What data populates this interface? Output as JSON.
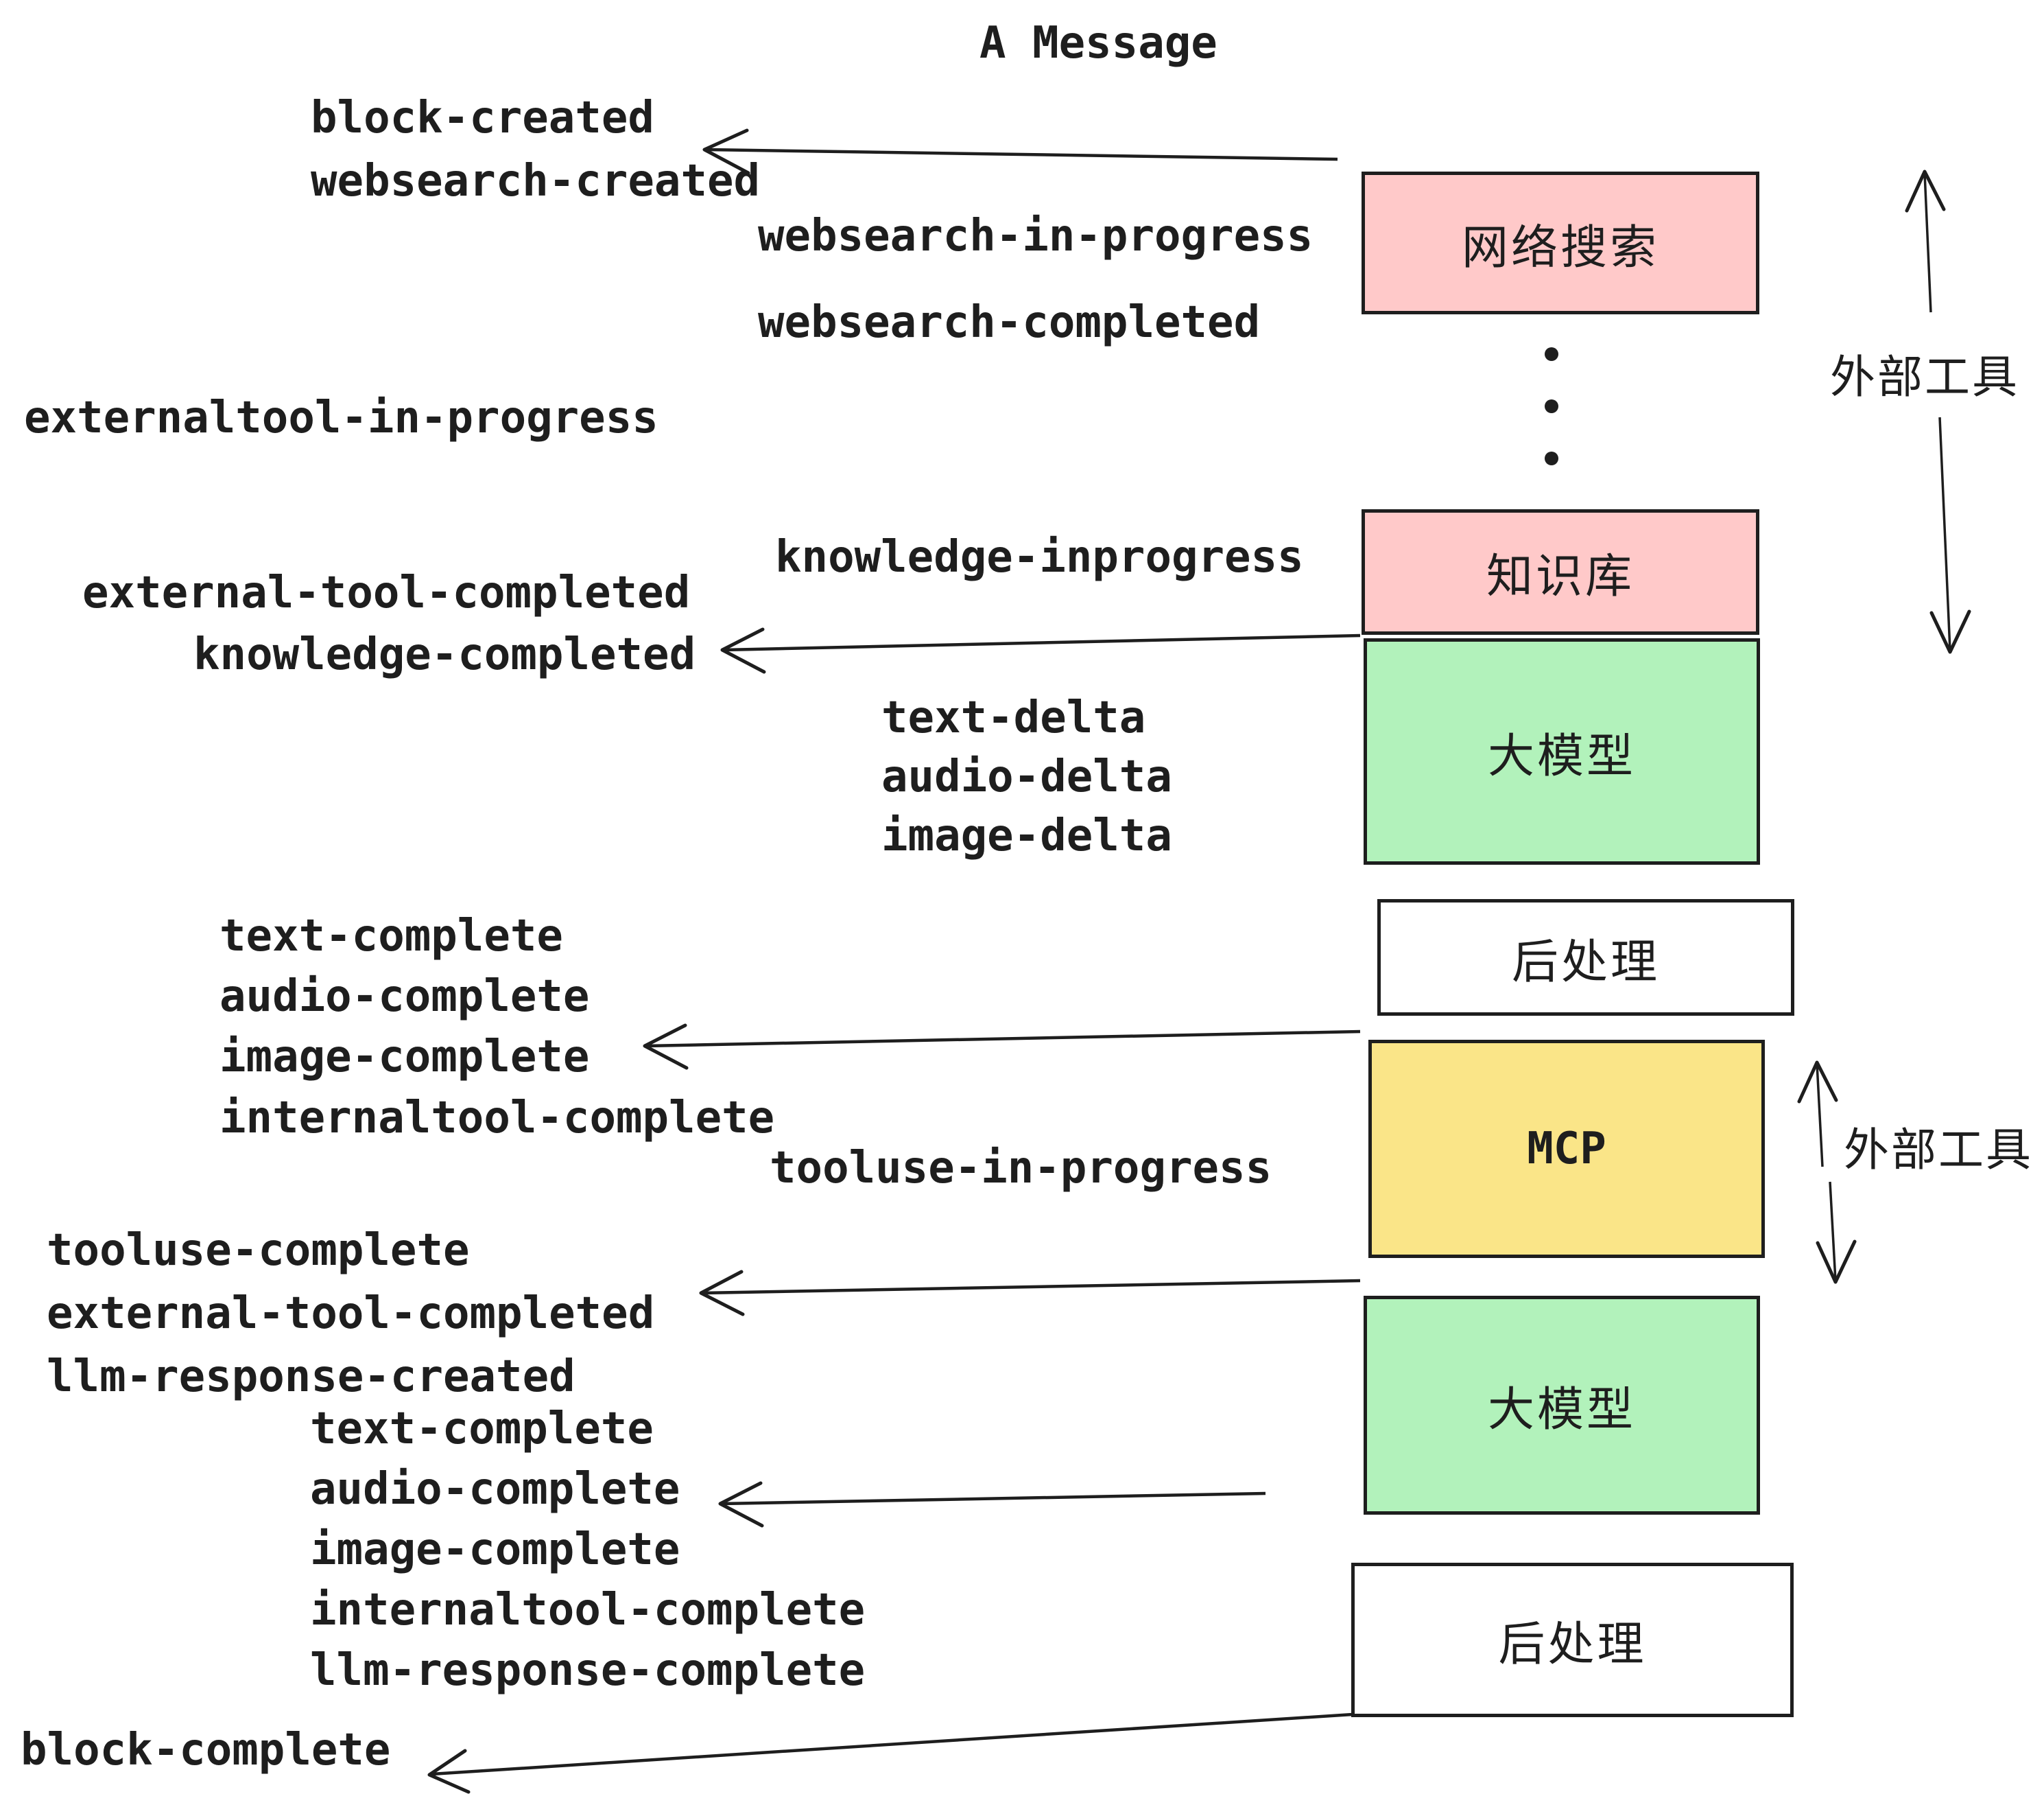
{
  "title": "A Message",
  "colors": {
    "ink": "#1e1e1e",
    "background": "#ffffff",
    "external_tool_box": "#ffc9c9",
    "llm_box": "#b2f2bb",
    "mcp_box": "#fae588",
    "postprocess_box": "#ffffff"
  },
  "boxes": [
    {
      "id": "websearch",
      "label": "网络搜索",
      "fill": "#ffc9c9"
    },
    {
      "id": "knowledge",
      "label": "知识库",
      "fill": "#ffc9c9"
    },
    {
      "id": "llm-1",
      "label": "大模型",
      "fill": "#b2f2bb"
    },
    {
      "id": "postprocess-1",
      "label": "后处理",
      "fill": "#ffffff"
    },
    {
      "id": "mcp",
      "label": "MCP",
      "fill": "#fae588"
    },
    {
      "id": "llm-2",
      "label": "大模型",
      "fill": "#b2f2bb"
    },
    {
      "id": "postprocess-2",
      "label": "后处理",
      "fill": "#ffffff"
    }
  ],
  "events": [
    "block-created",
    "websearch-created",
    "websearch-in-progress",
    "websearch-completed",
    "externaltool-in-progress",
    "knowledge-inprogress",
    "external-tool-completed",
    "knowledge-completed",
    "text-delta",
    "audio-delta",
    "image-delta",
    "text-complete",
    "audio-complete",
    "image-complete",
    "internaltool-complete",
    "tooluse-in-progress",
    "tooluse-complete",
    "external-tool-completed",
    "llm-response-created",
    "text-complete",
    "audio-complete",
    "image-complete",
    "internaltool-complete",
    "llm-response-complete",
    "block-complete"
  ],
  "annotations": {
    "external_tools_top": "外部工具",
    "external_tools_bottom": "外部工具"
  },
  "icons": {
    "continuation_dots": "vertical-ellipsis",
    "return_arrows": "left-pointing open arrows",
    "scope_arrows": "vertical double-headed range arrows"
  }
}
